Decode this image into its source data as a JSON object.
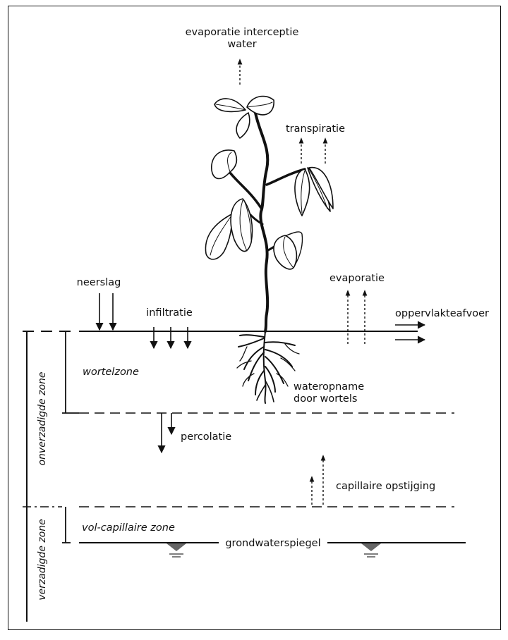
{
  "labels": {
    "evaporatie_interceptie_line1": "evaporatie interceptie",
    "evaporatie_interceptie_line2": "water",
    "transpiratie": "transpiratie",
    "neerslag": "neerslag",
    "infiltratie": "infiltratie",
    "evaporatie": "evaporatie",
    "oppervlakteafvoer": "oppervlakteafvoer",
    "wortelzone": "wortelzone",
    "wateropname_line1": "wateropname",
    "wateropname_line2": "door wortels",
    "percolatie": "percolatie",
    "capillaire_opstijging": "capillaire opstijging",
    "vol_capillaire_zone": "vol-capillaire zone",
    "grondwaterspiegel": "grondwaterspiegel",
    "onverzadigde_zone": "onverzadigde zone",
    "verzadigde_zone": "verzadigde zone"
  }
}
